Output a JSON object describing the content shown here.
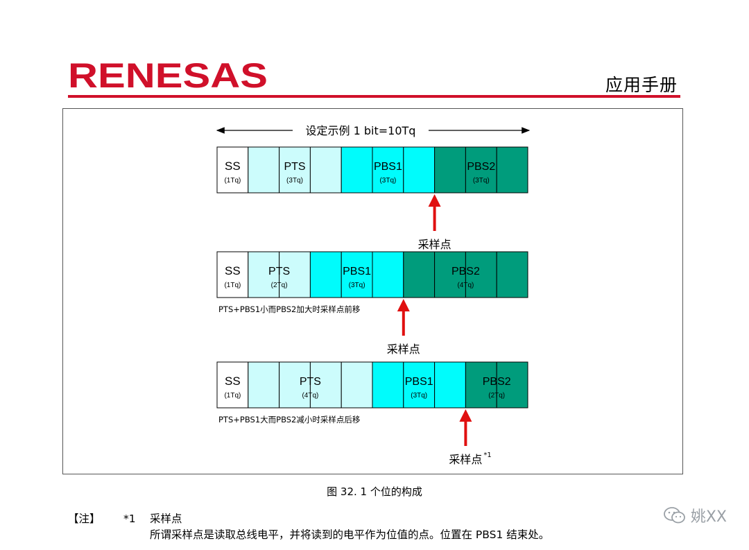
{
  "header": {
    "logo_text": "RENESAS",
    "manual_title": "应用手册",
    "brand_color": "#d0102a"
  },
  "colors": {
    "ss": "#ffffff",
    "pts": "#ccfcfc",
    "pbs1": "#00fcfc",
    "pbs2": "#009c7c",
    "arrow": "#e01010"
  },
  "figure": {
    "top_label": "设定示例 1 bit=10Tq",
    "caption": "图 32.   1 个位的构成",
    "diagrams": [
      {
        "segments": [
          {
            "name": "SS",
            "tq_label": "(1Tq)",
            "tq": 1,
            "kind": "ss"
          },
          {
            "name": "PTS",
            "tq_label": "(3Tq)",
            "tq": 3,
            "kind": "pts"
          },
          {
            "name": "PBS1",
            "tq_label": "(3Tq)",
            "tq": 3,
            "kind": "pbs1"
          },
          {
            "name": "PBS2",
            "tq_label": "(3Tq)",
            "tq": 3,
            "kind": "pbs2"
          }
        ],
        "sample_label": "采样点",
        "sample_sup": "",
        "note": ""
      },
      {
        "segments": [
          {
            "name": "SS",
            "tq_label": "(1Tq)",
            "tq": 1,
            "kind": "ss"
          },
          {
            "name": "PTS",
            "tq_label": "(2Tq)",
            "tq": 2,
            "kind": "pts"
          },
          {
            "name": "PBS1",
            "tq_label": "(3Tq)",
            "tq": 3,
            "kind": "pbs1"
          },
          {
            "name": "PBS2",
            "tq_label": "(4Tq)",
            "tq": 4,
            "kind": "pbs2"
          }
        ],
        "sample_label": "采样点",
        "sample_sup": "",
        "note": "PTS+PBS1小而PBS2加大时采样点前移"
      },
      {
        "segments": [
          {
            "name": "SS",
            "tq_label": "(1Tq)",
            "tq": 1,
            "kind": "ss"
          },
          {
            "name": "PTS",
            "tq_label": "(4Tq)",
            "tq": 4,
            "kind": "pts"
          },
          {
            "name": "PBS1",
            "tq_label": "(3Tq)",
            "tq": 3,
            "kind": "pbs1"
          },
          {
            "name": "PBS2",
            "tq_label": "(2Tq)",
            "tq": 2,
            "kind": "pbs2"
          }
        ],
        "sample_label": "采样点",
        "sample_sup": "*1",
        "note": "PTS+PBS1大而PBS2减小时采样点后移"
      }
    ]
  },
  "footnote": {
    "tag": "【注】",
    "mark": "*1",
    "term": "采样点",
    "text": "所谓采样点是读取总线电平，并将读到的电平作为位值的点。位置在 PBS1 结束处。"
  },
  "watermark": {
    "icon": "wechat-icon",
    "text": "姚XX"
  }
}
